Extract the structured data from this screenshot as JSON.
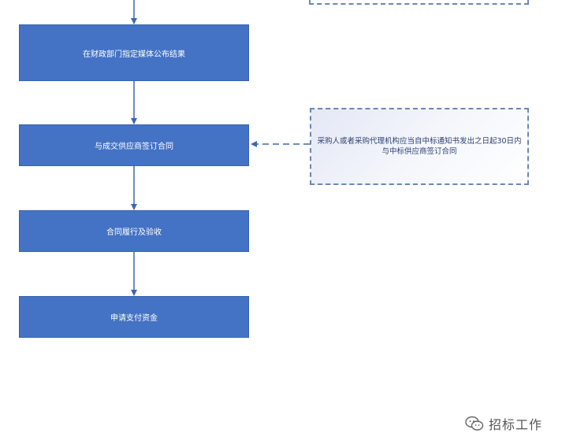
{
  "steps": [
    {
      "id": "publish",
      "label": "在财政部门指定媒体公布结果"
    },
    {
      "id": "sign",
      "label": "与成交供应商签订合同"
    },
    {
      "id": "perform",
      "label": "合同履行及验收"
    },
    {
      "id": "payment",
      "label": "申请支付资金"
    }
  ],
  "notes": {
    "sign_note": "采购人或者采购代理机构应当自中标通知书发出之日起30日内与中标供应商签订合同"
  },
  "watermark": {
    "text": "招标工作",
    "icon": "wechat-icon"
  },
  "colors": {
    "box_fill": "#4472c4",
    "connector": "#3e67b1",
    "note_border": "#6c86b4"
  }
}
